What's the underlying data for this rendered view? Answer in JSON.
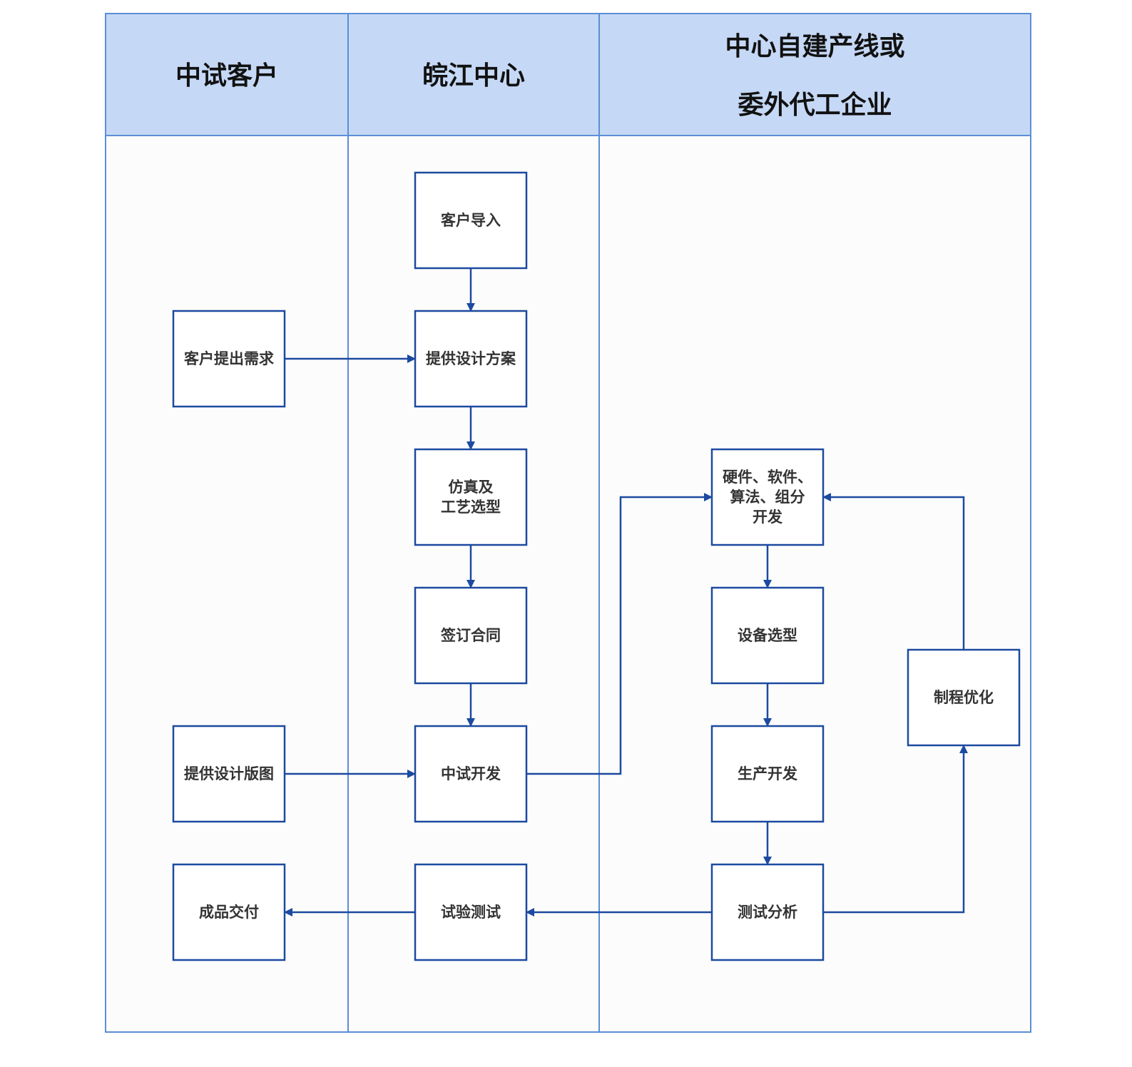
{
  "colors": {
    "header_fill": "#c5d8f5",
    "body_fill": "#fcfcfc",
    "lane_border": "#5b8ed6",
    "box_border": "#1c4aa0",
    "arrow": "#1c4aa0",
    "text": "#333333"
  },
  "lanes": [
    {
      "id": "client",
      "title_lines": [
        "中试客户"
      ]
    },
    {
      "id": "center",
      "title_lines": [
        "皖江中心"
      ]
    },
    {
      "id": "partner",
      "title_lines": [
        "中心自建产线或",
        "委外代工企业"
      ]
    }
  ],
  "nodes": [
    {
      "id": "customer-import",
      "lines": [
        "客户导入"
      ]
    },
    {
      "id": "customer-request",
      "lines": [
        "客户提出需求"
      ]
    },
    {
      "id": "design-proposal",
      "lines": [
        "提供设计方案"
      ]
    },
    {
      "id": "simulation-process",
      "lines": [
        "仿真及",
        "工艺选型"
      ]
    },
    {
      "id": "sign-contract",
      "lines": [
        "签订合同"
      ]
    },
    {
      "id": "provide-layout",
      "lines": [
        "提供设计版图"
      ]
    },
    {
      "id": "pilot-development",
      "lines": [
        "中试开发"
      ]
    },
    {
      "id": "hw-sw-dev",
      "lines": [
        "硬件、软件、",
        "算法、组分",
        "开发"
      ]
    },
    {
      "id": "equipment-selection",
      "lines": [
        "设备选型"
      ]
    },
    {
      "id": "production-development",
      "lines": [
        "生产开发"
      ]
    },
    {
      "id": "process-optimization",
      "lines": [
        "制程优化"
      ]
    },
    {
      "id": "product-delivery",
      "lines": [
        "成品交付"
      ]
    },
    {
      "id": "experimental-testing",
      "lines": [
        "试验测试"
      ]
    },
    {
      "id": "test-analysis",
      "lines": [
        "测试分析"
      ]
    }
  ],
  "edges": [
    {
      "from": "customer-import",
      "to": "design-proposal"
    },
    {
      "from": "customer-request",
      "to": "design-proposal"
    },
    {
      "from": "design-proposal",
      "to": "simulation-process"
    },
    {
      "from": "simulation-process",
      "to": "sign-contract"
    },
    {
      "from": "sign-contract",
      "to": "pilot-development"
    },
    {
      "from": "provide-layout",
      "to": "pilot-development"
    },
    {
      "from": "pilot-development",
      "to": "hw-sw-dev"
    },
    {
      "from": "hw-sw-dev",
      "to": "equipment-selection"
    },
    {
      "from": "equipment-selection",
      "to": "production-development"
    },
    {
      "from": "production-development",
      "to": "test-analysis"
    },
    {
      "from": "test-analysis",
      "to": "process-optimization"
    },
    {
      "from": "process-optimization",
      "to": "hw-sw-dev"
    },
    {
      "from": "test-analysis",
      "to": "experimental-testing"
    },
    {
      "from": "experimental-testing",
      "to": "product-delivery"
    }
  ]
}
